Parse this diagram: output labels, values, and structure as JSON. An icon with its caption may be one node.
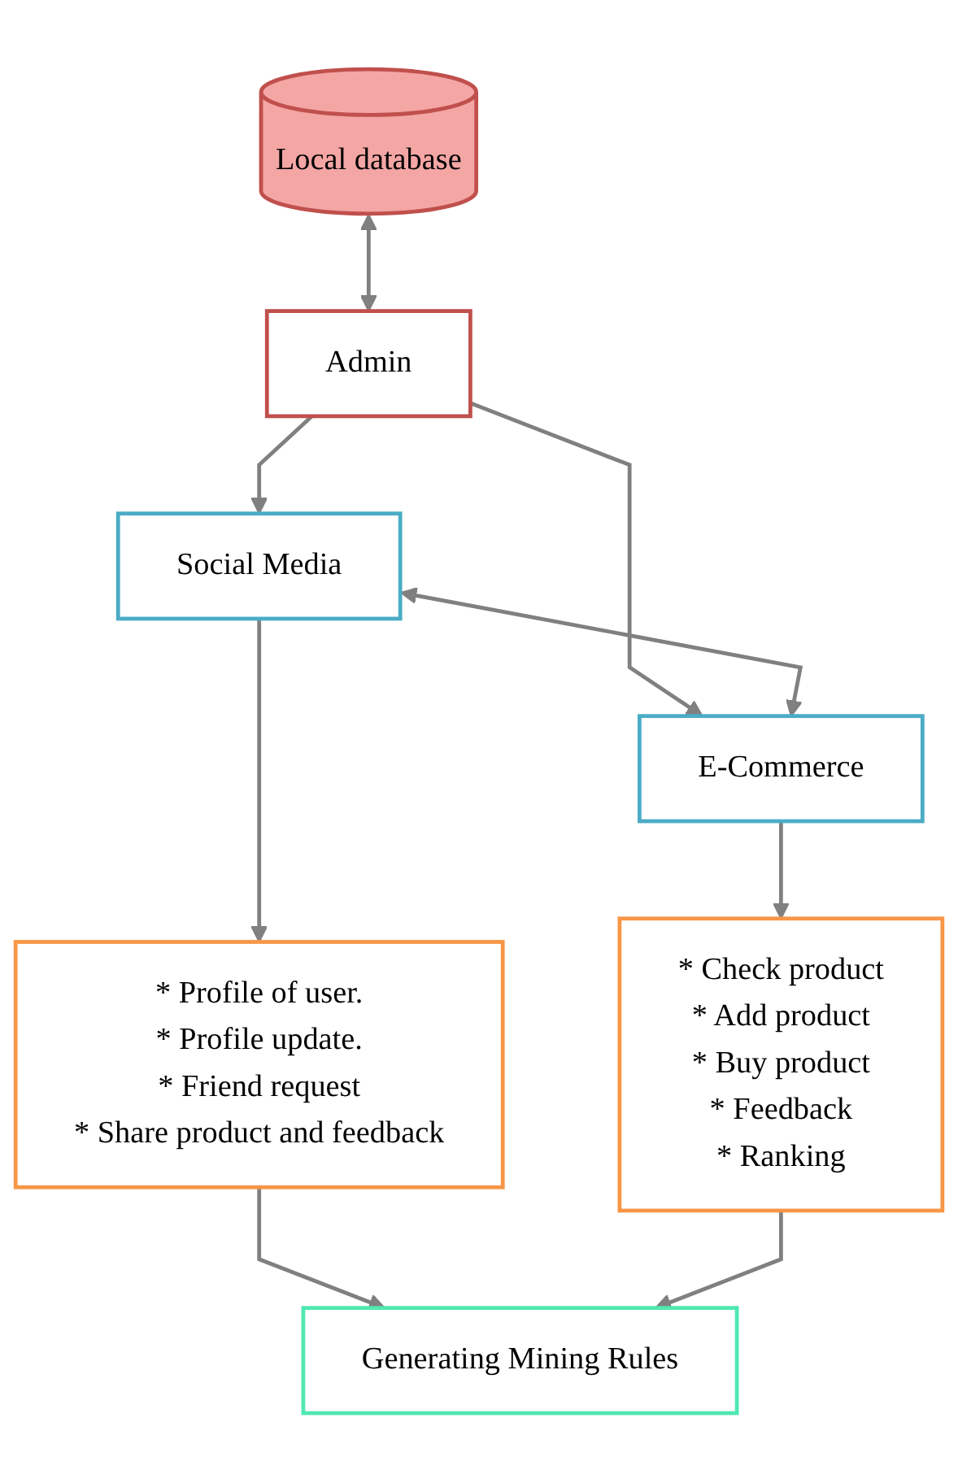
{
  "diagram": {
    "nodes": [
      {
        "text": [
          "Local database"
        ]
      },
      {
        "text": [
          "Admin"
        ]
      },
      {
        "text": [
          "Social Media"
        ]
      },
      {
        "text": [
          "E-Commerce"
        ]
      },
      {
        "text": [
          "* Profile of user.",
          "* Profile update.",
          "* Friend request",
          "* Share product and feedback"
        ]
      },
      {
        "text": [
          "* Check product",
          "* Add product",
          "* Buy product",
          "* Feedback",
          "* Ranking"
        ]
      },
      {
        "text": [
          "Generating Mining Rules"
        ]
      }
    ],
    "edges": [
      {
        "from": 0,
        "to": 1,
        "arrow": "both"
      },
      {
        "from": 1,
        "to": 2,
        "arrow": "to"
      },
      {
        "from": 1,
        "to": 3,
        "arrow": "to"
      },
      {
        "from": 2,
        "to": 3,
        "arrow": "both"
      },
      {
        "from": 2,
        "to": 4,
        "arrow": "to"
      },
      {
        "from": 3,
        "to": 5,
        "arrow": "to"
      },
      {
        "from": 4,
        "to": 6,
        "arrow": "to"
      },
      {
        "from": 5,
        "to": 6,
        "arrow": "to"
      }
    ]
  }
}
